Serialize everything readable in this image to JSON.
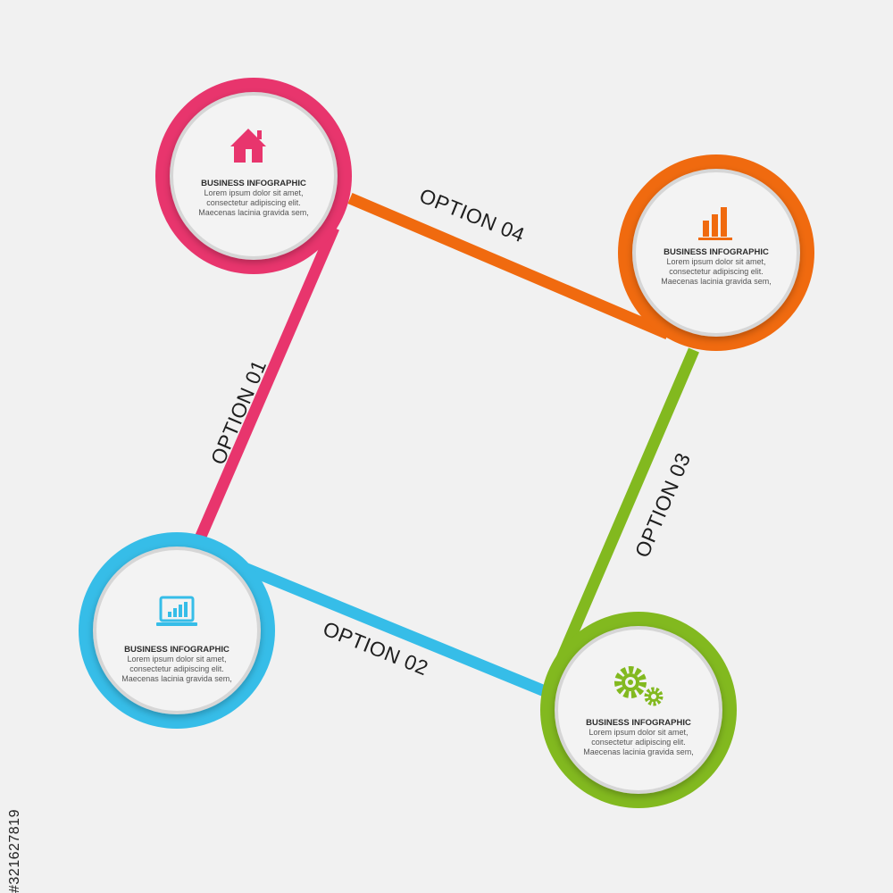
{
  "colors": {
    "pink": "#e8356d",
    "orange": "#f06a0f",
    "green": "#82b91f",
    "blue": "#36bde8",
    "background": "#f1f1f1",
    "disc": "#f3f3f3"
  },
  "options": [
    {
      "label": "OPTION 01"
    },
    {
      "label": "OPTION 02"
    },
    {
      "label": "OPTION 03"
    },
    {
      "label": "OPTION 04"
    }
  ],
  "nodes": [
    {
      "icon": "house-icon",
      "title": "BUSINESS INFOGRAPHIC",
      "lines": [
        "Lorem ipsum dolor sit amet,",
        "consectetur adipiscing elit.",
        "Maecenas lacinia gravida sem,"
      ]
    },
    {
      "icon": "bar-chart-icon",
      "title": "BUSINESS INFOGRAPHIC",
      "lines": [
        "Lorem ipsum dolor sit amet,",
        "consectetur adipiscing elit.",
        "Maecenas lacinia gravida sem,"
      ]
    },
    {
      "icon": "laptop-chart-icon",
      "title": "BUSINESS INFOGRAPHIC",
      "lines": [
        "Lorem ipsum dolor sit amet,",
        "consectetur adipiscing elit.",
        "Maecenas lacinia gravida sem,"
      ]
    },
    {
      "icon": "gears-icon",
      "title": "BUSINESS INFOGRAPHIC",
      "lines": [
        "Lorem ipsum dolor sit amet,",
        "consectetur adipiscing elit.",
        "Maecenas lacinia gravida sem,"
      ]
    }
  ],
  "watermark": "#321627819"
}
